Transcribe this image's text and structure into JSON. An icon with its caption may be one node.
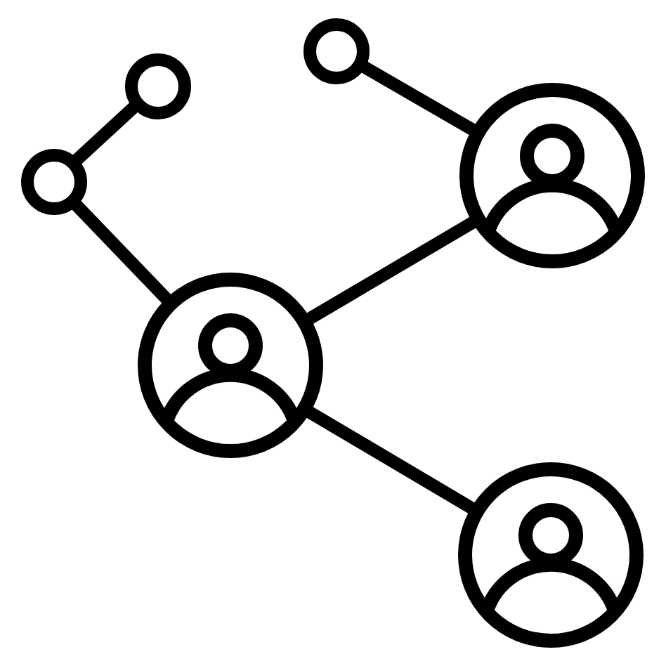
{
  "diagram": {
    "nodes": [
      {
        "text": [],
        "shape": "circle"
      },
      {
        "text": [],
        "shape": "circle"
      },
      {
        "text": [],
        "shape": "person"
      },
      {
        "text": [],
        "shape": "circle"
      },
      {
        "text": [],
        "shape": "person"
      },
      {
        "text": [],
        "shape": "person"
      }
    ],
    "edges": [
      {
        "from": 1,
        "to": 3,
        "arrow": "none"
      },
      {
        "from": 3,
        "to": 4,
        "arrow": "none"
      },
      {
        "from": 0,
        "to": 2,
        "arrow": "none"
      },
      {
        "from": 4,
        "to": 2,
        "arrow": "none"
      },
      {
        "from": 4,
        "to": 5,
        "arrow": "none"
      }
    ]
  }
}
